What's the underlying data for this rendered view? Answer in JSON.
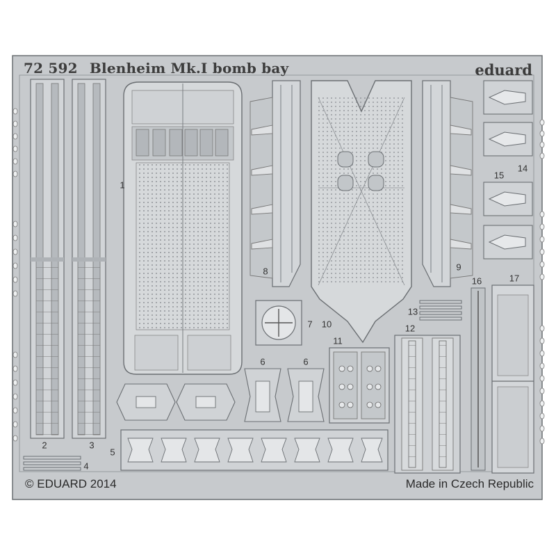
{
  "fret": {
    "code": "72 592",
    "name": "Blenheim Mk.I bomb bay",
    "brand": "eduard",
    "copyright": "© EDUARD 2014",
    "origin": "Made in Czech Republic"
  },
  "colors": {
    "background": "#ffffff",
    "metal": "#c7cacd",
    "metal_light": "#dfe1e3",
    "outline": "#6a6e72"
  },
  "part_numbers": {
    "p1": "1",
    "p2": "2",
    "p3": "3",
    "p4": "4",
    "p5": "5",
    "p6a": "6",
    "p6b": "6",
    "p7": "7",
    "p8": "8",
    "p9": "9",
    "p10": "10",
    "p11": "11",
    "p12": "12",
    "p13": "13",
    "p14": "14",
    "p15": "15",
    "p16": "16",
    "p17": "17"
  }
}
